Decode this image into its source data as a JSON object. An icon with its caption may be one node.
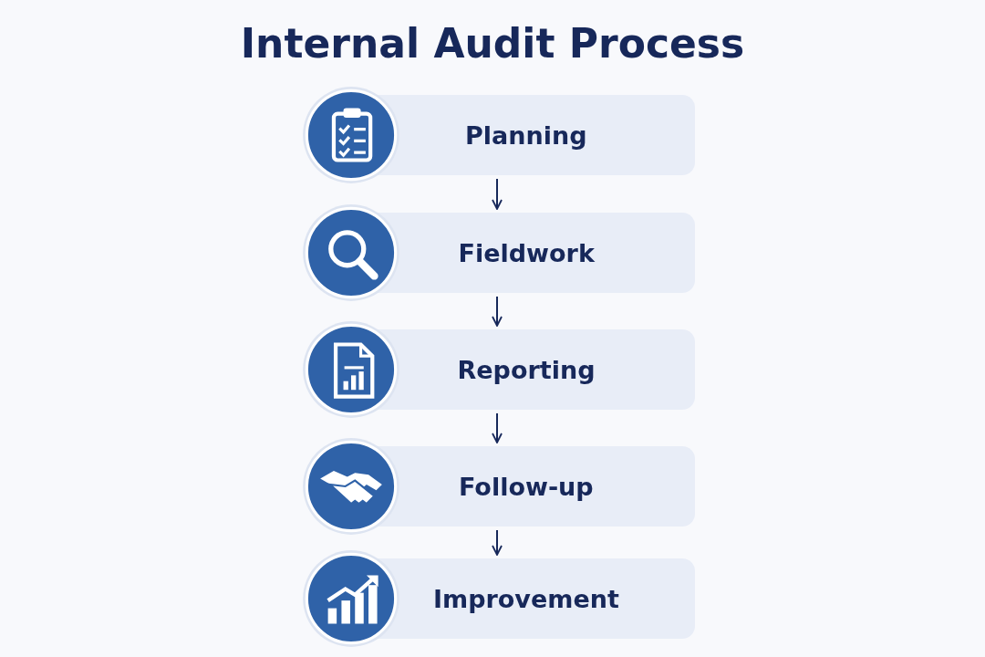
{
  "diagram": {
    "title": "Internal Audit Process",
    "nodes": [
      {
        "text": [
          "Planning"
        ]
      },
      {
        "text": [
          "Fieldwork"
        ]
      },
      {
        "text": [
          "Reporting"
        ]
      },
      {
        "text": [
          "Follow-up"
        ]
      },
      {
        "text": [
          "Improvement"
        ]
      }
    ],
    "edges": [
      {
        "from": 0,
        "to": 1,
        "arrow": "to"
      },
      {
        "from": 1,
        "to": 2,
        "arrow": "to"
      },
      {
        "from": 2,
        "to": 3,
        "arrow": "to"
      },
      {
        "from": 3,
        "to": 4,
        "arrow": "to"
      }
    ]
  }
}
